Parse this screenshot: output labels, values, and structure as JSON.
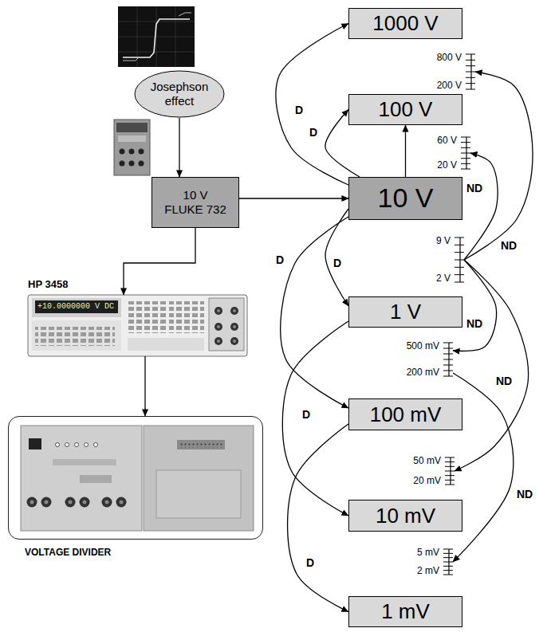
{
  "diagram": {
    "nodes": [
      {
        "text": [
          "Josephson effect"
        ]
      },
      {
        "text": [
          "10 V FLUKE 732"
        ]
      },
      {
        "text": [
          "HP 3458"
        ]
      },
      {
        "text": [
          "VOLTAGE DIVIDER"
        ]
      },
      {
        "text": [
          "1000 V"
        ]
      },
      {
        "text": [
          "800 V",
          "200 V"
        ]
      },
      {
        "text": [
          "100 V"
        ]
      },
      {
        "text": [
          "60 V",
          "20 V"
        ]
      },
      {
        "text": [
          "10 V"
        ]
      },
      {
        "text": [
          "9 V",
          "2 V"
        ]
      },
      {
        "text": [
          "1 V"
        ]
      },
      {
        "text": [
          "500 mV",
          "200 mV"
        ]
      },
      {
        "text": [
          "100 mV"
        ]
      },
      {
        "text": [
          "50 mV",
          "20 mV"
        ]
      },
      {
        "text": [
          "10 mV"
        ]
      },
      {
        "text": [
          "5 mV",
          "2 mV"
        ]
      },
      {
        "text": [
          "1 mV"
        ]
      }
    ],
    "edges": [
      {
        "from": 0,
        "to": 1,
        "arrow": "to"
      },
      {
        "from": 1,
        "to": 8,
        "arrow": "to"
      },
      {
        "from": 1,
        "to": 2,
        "arrow": "to"
      },
      {
        "from": 2,
        "to": 3,
        "arrow": "to"
      },
      {
        "from": 8,
        "to": 4,
        "arrow": "to",
        "label": "D"
      },
      {
        "from": 8,
        "to": 6,
        "arrow": "to",
        "label": "D"
      },
      {
        "from": 8,
        "to": 6,
        "arrow": "to"
      },
      {
        "from": 8,
        "to": 10,
        "arrow": "to",
        "label": "D"
      },
      {
        "from": 8,
        "to": 12,
        "arrow": "to",
        "label": "D"
      },
      {
        "from": 10,
        "to": 14,
        "arrow": "to",
        "label": "D"
      },
      {
        "from": 12,
        "to": 16,
        "arrow": "to",
        "label": "D"
      },
      {
        "from": 9,
        "to": 5,
        "arrow": "to",
        "label": "ND"
      },
      {
        "from": 9,
        "to": 7,
        "arrow": "to",
        "label": "ND"
      },
      {
        "from": 9,
        "to": 11,
        "arrow": "to",
        "label": "ND"
      },
      {
        "from": 9,
        "to": 13,
        "arrow": "to",
        "label": "ND"
      },
      {
        "from": 11,
        "to": 15,
        "arrow": "to",
        "label": "ND"
      }
    ],
    "labels": [
      "+10.0000000 V DC"
    ]
  }
}
